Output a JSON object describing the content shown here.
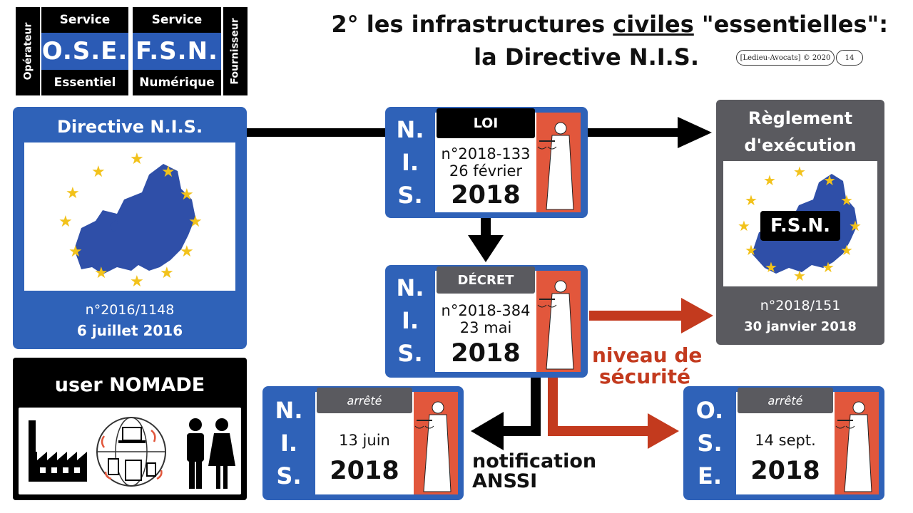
{
  "colors": {
    "blue": "#2f62b8",
    "red": "#c33a1e",
    "gray": "#5a5a5f",
    "star": "#f2c21b",
    "justice": "#e2573c"
  },
  "badges": {
    "left_tab": "Opérateur",
    "right_tab": "Fournisseur",
    "ose": {
      "top": "Service",
      "mid": "O.S.E.",
      "bot": "Essentiel"
    },
    "fsn": {
      "top": "Service",
      "mid": "F.S.N.",
      "bot": "Numérique"
    }
  },
  "title": {
    "line1_a": "2° les infrastructures ",
    "line1_u": "civiles",
    "line1_b": " \"essentielles\":",
    "line2": "la Directive N.I.S."
  },
  "citation": "[Ledieu-Avocats] © 2020",
  "page_number": "14",
  "directive": {
    "header": "Directive N.I.S.",
    "number": "n°2016/1148",
    "date": "6 juillet 2016"
  },
  "nomade": {
    "label": "user NOMADE",
    "icons": [
      "factory-icon",
      "globe-devices-icon",
      "people-icon"
    ]
  },
  "loi": {
    "letters": [
      "N.",
      "I.",
      "S."
    ],
    "header": "LOI",
    "number": "n°2018-133",
    "date": "26 février",
    "year": "2018"
  },
  "decret": {
    "letters": [
      "N.",
      "I.",
      "S."
    ],
    "header": "DÉCRET",
    "number": "n°2018-384",
    "date": "23 mai",
    "year": "2018"
  },
  "reglement": {
    "header_1": "Règlement",
    "header_2": "d'exécution",
    "badge": "F.S.N.",
    "number": "n°2018/151",
    "date": "30 janvier 2018"
  },
  "arrete_nis": {
    "letters": [
      "N.",
      "I.",
      "S."
    ],
    "header": "arrêté",
    "date": "13 juin",
    "year": "2018"
  },
  "arrete_ose": {
    "letters": [
      "O.",
      "S.",
      "E."
    ],
    "header": "arrêté",
    "date": "14 sept.",
    "year": "2018"
  },
  "niveau": {
    "line1": "niveau de",
    "line2": "sécurité"
  },
  "notification": {
    "line1": "notification",
    "line2": "ANSSI"
  }
}
